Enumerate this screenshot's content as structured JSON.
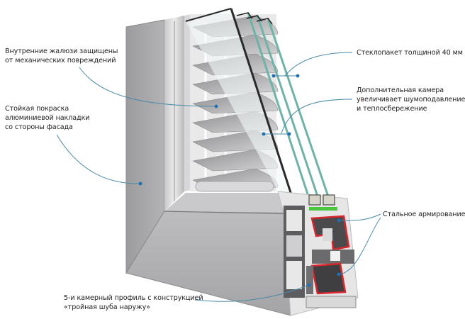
{
  "diagram": {
    "subject": "PVC window profile cross-section with integrated blinds",
    "callouts": [
      {
        "id": "internal-blinds",
        "lines": [
          "Внутренние жалюзи защищены",
          "от механических повреждений"
        ]
      },
      {
        "id": "aluminium-cladding",
        "lines": [
          "Стойкая покраска",
          "алюминиевой накладки",
          "со стороны фасада"
        ]
      },
      {
        "id": "glass-unit",
        "lines": [
          "Стеклопакет толщиной 40 мм"
        ]
      },
      {
        "id": "extra-chamber",
        "lines": [
          "Дополнительная камера",
          "увеличивает шумоподавление",
          "и теплосбережение"
        ]
      },
      {
        "id": "steel-reinforcement",
        "lines": [
          "Стальное армирование"
        ]
      },
      {
        "id": "five-chamber-profile",
        "lines": [
          "5-и камерный профиль с конструкцией",
          "«тройная шуба наружу»"
        ]
      }
    ],
    "colors": {
      "leader_line": "#4a8aa8",
      "marker_dot": "#1f6fb5",
      "reinforcement": "#d8262f",
      "seal_green": "#4cc640",
      "glass_edge": "#6fb3a8",
      "frame_gray": "#a9a9ab"
    }
  }
}
